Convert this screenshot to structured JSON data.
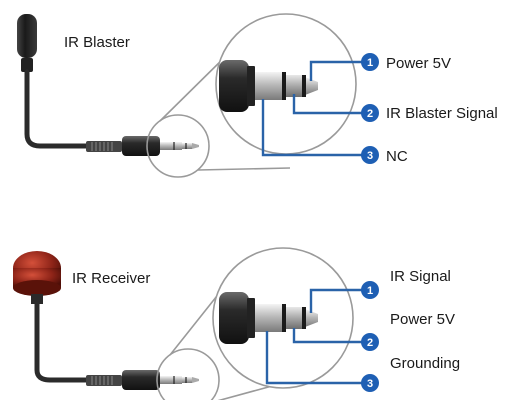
{
  "top_device": {
    "title": "IR Blaster",
    "pins": [
      {
        "number": "1",
        "label": "Power 5V"
      },
      {
        "number": "2",
        "label": "IR Blaster Signal"
      },
      {
        "number": "3",
        "label": "NC"
      }
    ]
  },
  "bottom_device": {
    "title": "IR Receiver",
    "pins": [
      {
        "number": "1",
        "label": "IR Signal"
      },
      {
        "number": "2",
        "label": "Power 5V"
      },
      {
        "number": "3",
        "label": "Grounding"
      }
    ]
  },
  "colors": {
    "wire": "#2a63a8",
    "badge": "#1e5fb4",
    "blaster_body": "#1c1c1c",
    "receiver_body": "#8e2418"
  }
}
